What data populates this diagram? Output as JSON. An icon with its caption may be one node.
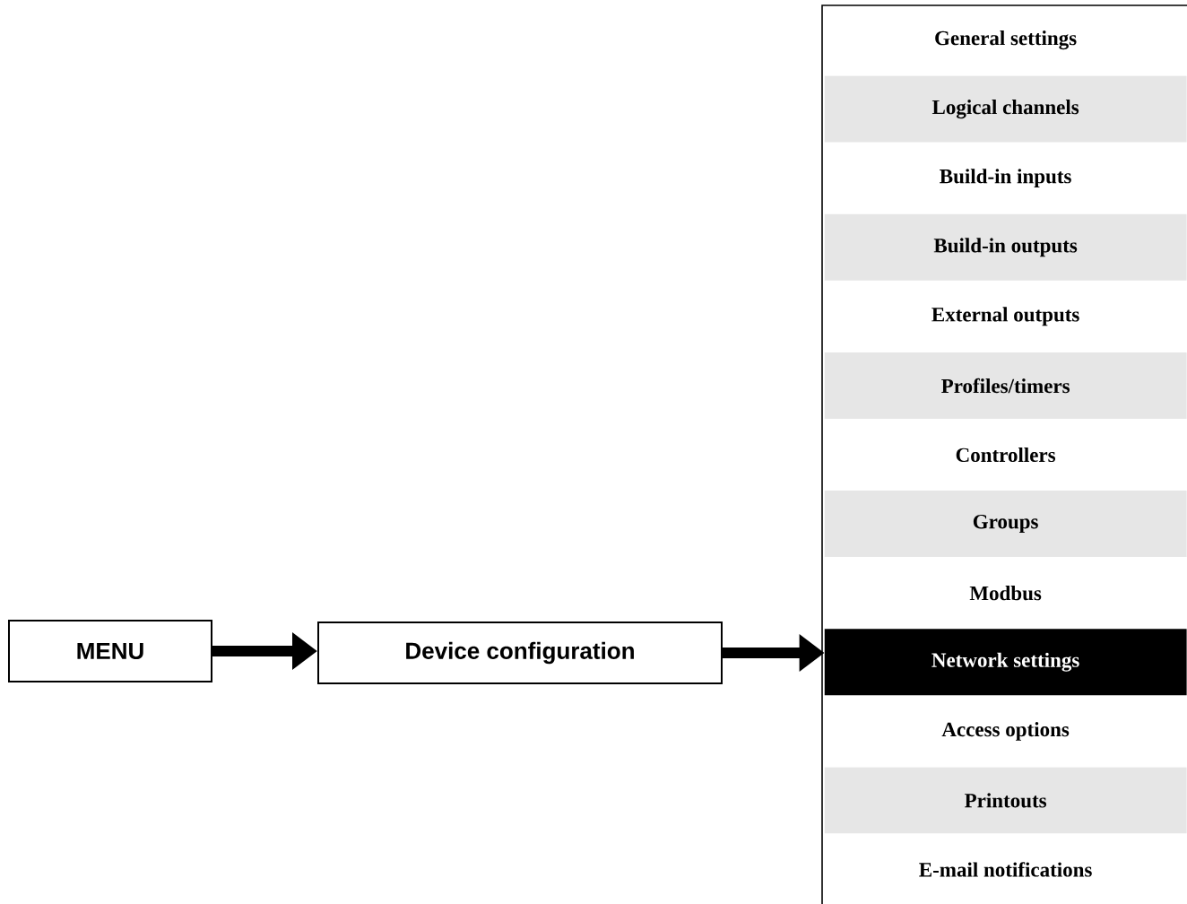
{
  "diagram": {
    "nodes": [
      {
        "text": [
          "MENU"
        ]
      },
      {
        "text": [
          "Device configuration"
        ]
      },
      {
        "text": [
          "General settings"
        ]
      },
      {
        "text": [
          "Logical channels"
        ]
      },
      {
        "text": [
          "Build-in inputs"
        ]
      },
      {
        "text": [
          "Build-in outputs"
        ]
      },
      {
        "text": [
          "External outputs"
        ]
      },
      {
        "text": [
          "Profiles/timers"
        ]
      },
      {
        "text": [
          "Controllers"
        ]
      },
      {
        "text": [
          "Groups"
        ]
      },
      {
        "text": [
          "Modbus"
        ]
      },
      {
        "text": [
          "Network settings"
        ]
      },
      {
        "text": [
          "Access options"
        ]
      },
      {
        "text": [
          "Printouts"
        ]
      },
      {
        "text": [
          "E-mail notifications"
        ]
      }
    ],
    "edges": [
      {
        "from": 0,
        "to": 1,
        "arrow": "to"
      },
      {
        "from": 1,
        "to": 11,
        "arrow": "to"
      }
    ]
  }
}
